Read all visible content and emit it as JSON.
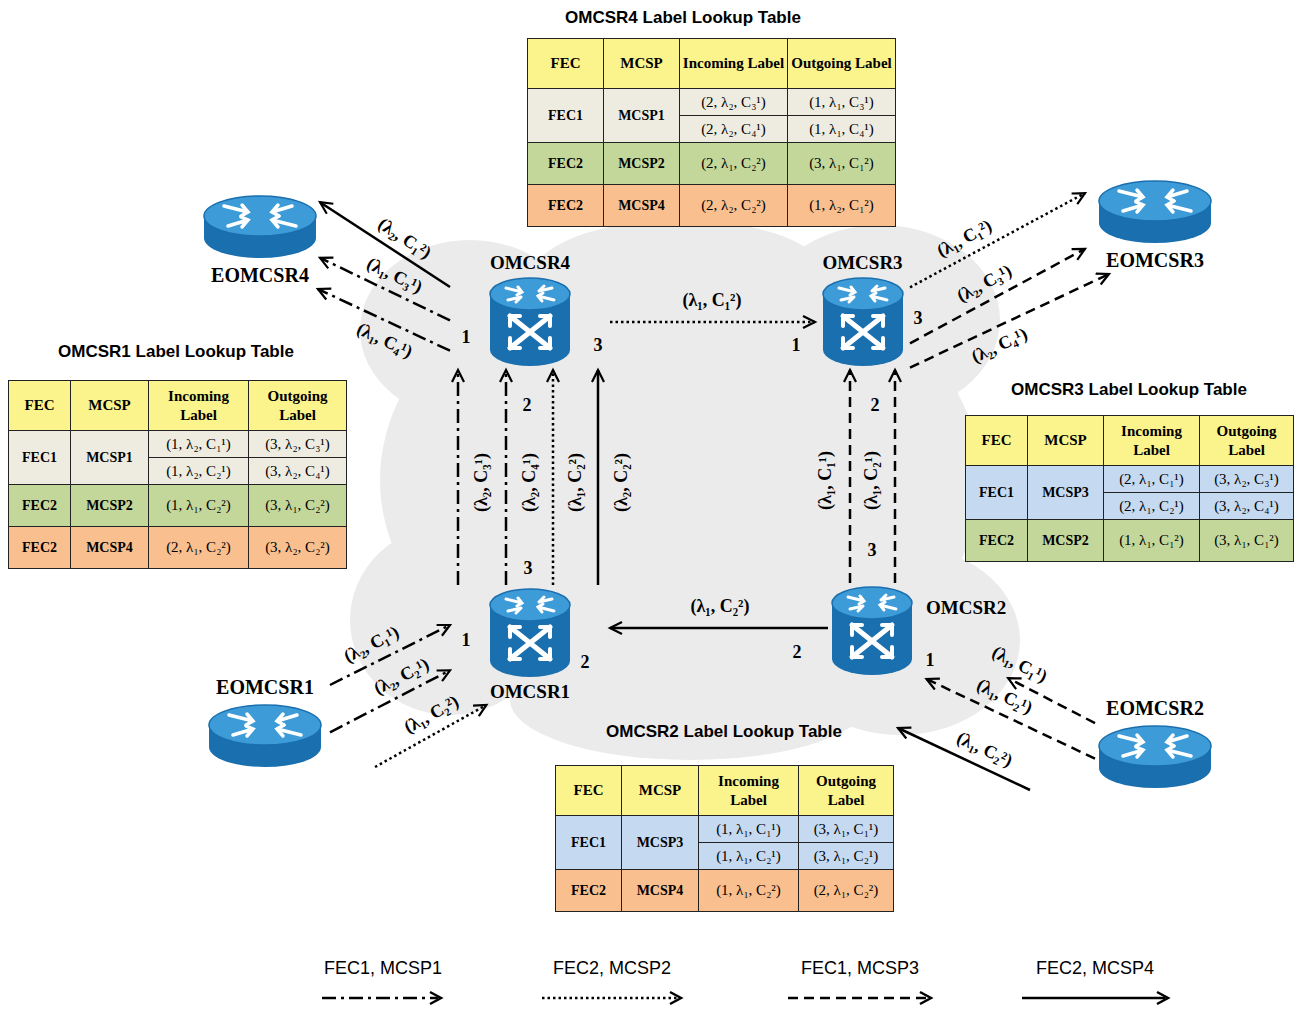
{
  "diagram": {
    "nodes": [
      {
        "text": [
          "EOMCSR4"
        ]
      },
      {
        "text": [
          "OMCSR4"
        ]
      },
      {
        "text": [
          "OMCSR3"
        ]
      },
      {
        "text": [
          "EOMCSR3"
        ]
      },
      {
        "text": [
          "OMCSR1"
        ]
      },
      {
        "text": [
          "OMCSR2"
        ]
      },
      {
        "text": [
          "EOMCSR1"
        ]
      },
      {
        "text": [
          "EOMCSR2"
        ]
      }
    ],
    "edges": [
      {
        "from": 6,
        "to": 4,
        "arrow": "to",
        "label": "(λ₂, C₁¹)"
      },
      {
        "from": 6,
        "to": 4,
        "arrow": "to",
        "label": "(λ₂, C₂¹)"
      },
      {
        "from": 6,
        "to": 4,
        "arrow": "to",
        "label": "(λ₁, C₂²)"
      },
      {
        "from": 5,
        "to": 4,
        "arrow": "to",
        "label": "(λ₁, C₂²)"
      },
      {
        "from": 7,
        "to": 5,
        "arrow": "to",
        "label": "(λ₁, C₁¹)"
      },
      {
        "from": 7,
        "to": 5,
        "arrow": "to",
        "label": "(λ₁, C₂¹)"
      },
      {
        "from": 7,
        "to": 5,
        "arrow": "to",
        "label": "(λ₁, C₂²)"
      },
      {
        "from": 4,
        "to": 1,
        "arrow": "to",
        "label": "(λ₂, C₃¹)"
      },
      {
        "from": 4,
        "to": 1,
        "arrow": "to",
        "label": "(λ₂, C₄¹)"
      },
      {
        "from": 4,
        "to": 1,
        "arrow": "to",
        "label": "(λ₁, C₂²)"
      },
      {
        "from": 4,
        "to": 1,
        "arrow": "to",
        "label": "(λ₂, C₂²)"
      },
      {
        "from": 5,
        "to": 2,
        "arrow": "to",
        "label": "(λ₁, C₁¹)"
      },
      {
        "from": 5,
        "to": 2,
        "arrow": "to",
        "label": "(λ₁, C₂¹)"
      },
      {
        "from": 1,
        "to": 2,
        "arrow": "to",
        "label": "(λ₁, C₁²)"
      },
      {
        "from": 1,
        "to": 0,
        "arrow": "to",
        "label": "(λ₂, C₁²)"
      },
      {
        "from": 1,
        "to": 0,
        "arrow": "to",
        "label": "(λ₁, C₃¹)"
      },
      {
        "from": 1,
        "to": 0,
        "arrow": "to",
        "label": "(λ₁, C₄¹)"
      },
      {
        "from": 2,
        "to": 3,
        "arrow": "to",
        "label": "(λ₁, C₁²)"
      },
      {
        "from": 2,
        "to": 3,
        "arrow": "to",
        "label": "(λ₂, C₃¹)"
      },
      {
        "from": 2,
        "to": 3,
        "arrow": "to",
        "label": "(λ₂, C₄¹)"
      }
    ],
    "labels": [
      "OMCSR4 Label Lookup Table",
      "FEC",
      "MCSP",
      "Incoming Label",
      "Outgoing Label",
      "FEC1",
      "MCSP1",
      "(2, λ₂, C₃¹)",
      "(1, λ₁, C₃¹)",
      "(2, λ₂, C₄¹)",
      "(1, λ₁, C₄¹)",
      "FEC2",
      "MCSP2",
      "(2, λ₁, C₂²)",
      "(3, λ₁, C₁²)",
      "FEC2",
      "MCSP4",
      "(2, λ₂, C₂²)",
      "(1, λ₂, C₁²)",
      "OMCSR1 Label Lookup Table",
      "FEC",
      "MCSP",
      "Incoming Label",
      "Outgoing Label",
      "FEC1",
      "MCSP1",
      "(1, λ₂, C₁¹)",
      "(3, λ₂, C₃¹)",
      "(1, λ₂, C₂¹)",
      "(3, λ₂, C₄¹)",
      "FEC2",
      "MCSP2",
      "(1, λ₁, C₂²)",
      "(3, λ₁, C₂²)",
      "FEC2",
      "MCSP4",
      "(2, λ₁, C₂²)",
      "(3, λ₂, C₂²)",
      "OMCSR3 Label Lookup Table",
      "FEC",
      "MCSP",
      "Incoming Label",
      "Outgoing Label",
      "FEC1",
      "MCSP3",
      "(2, λ₁, C₁¹)",
      "(3, λ₂, C₃¹)",
      "(2, λ₁, C₂¹)",
      "(3, λ₂, C₄¹)",
      "FEC2",
      "MCSP2",
      "(1, λ₁, C₁²)",
      "(3, λ₁, C₁²)",
      "OMCSR2 Label Lookup Table",
      "FEC",
      "MCSP",
      "Incoming Label",
      "Outgoing Label",
      "FEC1",
      "MCSP3",
      "(1, λ₁, C₁¹)",
      "(3, λ₁, C₁¹)",
      "(1, λ₁, C₂¹)",
      "(3, λ₁, C₂¹)",
      "FEC2",
      "MCSP4",
      "(1, λ₁, C₂²)",
      "(2, λ₁, C₂²)",
      "1",
      "3",
      "2",
      "1",
      "3",
      "2",
      "3",
      "1",
      "2",
      "3",
      "2",
      "1"
    ],
    "legend": [
      {
        "text": "FEC1, MCSP1"
      },
      {
        "text": "FEC2, MCSP2"
      },
      {
        "text": "FEC1, MCSP3"
      },
      {
        "text": "FEC2, MCSP4"
      }
    ]
  }
}
